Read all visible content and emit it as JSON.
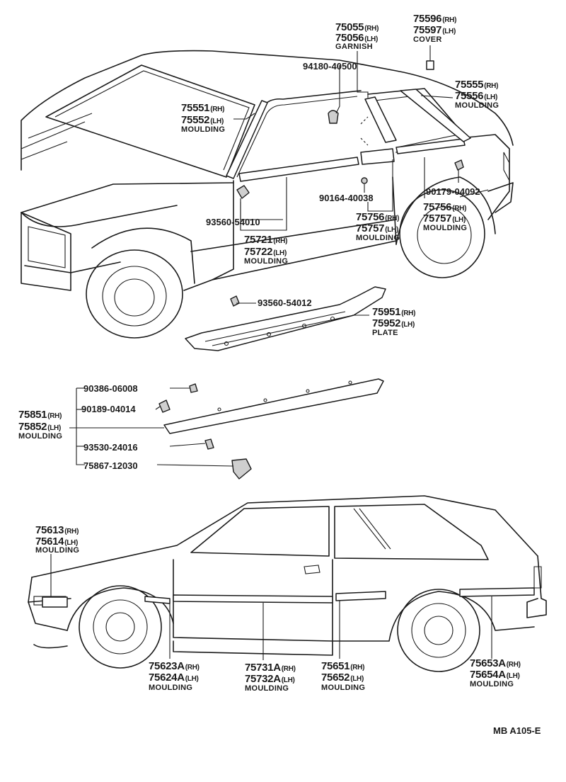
{
  "labels": {
    "garnish_rh": "75055",
    "garnish_rh_sfx": "(RH)",
    "garnish_lh": "75056",
    "garnish_lh_sfx": "(LH)",
    "garnish_name": "GARNISH",
    "cover_rh": "75596",
    "cover_rh_sfx": "(RH)",
    "cover_lh": "75597",
    "cover_lh_sfx": "(LH)",
    "cover_name": "COVER",
    "clip_94180": "94180-40500",
    "roof_mld_rh": "75555",
    "roof_mld_rh_sfx": "(RH)",
    "roof_mld_lh": "75556",
    "roof_mld_lh_sfx": "(LH)",
    "roof_mld_name": "MOULDING",
    "ws_mld_rh": "75551",
    "ws_mld_rh_sfx": "(RH)",
    "ws_mld_lh": "75552",
    "ws_mld_lh_sfx": "(LH)",
    "ws_mld_name": "MOULDING",
    "screw_90164": "90164-40038",
    "clip_90179": "90179-04092",
    "screw_93560_a": "93560-54010",
    "belt_mld_rh": "75756",
    "belt_mld_rh_sfx": "(RH)",
    "belt_mld_lh": "75757",
    "belt_mld_lh_sfx": "(LH)",
    "belt_mld_name": "MOULDING",
    "belt_mld2_rh": "75756",
    "belt_mld2_rh_sfx": "(RH)",
    "belt_mld2_lh": "75757",
    "belt_mld2_lh_sfx": "(LH)",
    "belt_mld2_name": "MOULDING",
    "door_mld_rh": "75721",
    "door_mld_rh_sfx": "(RH)",
    "door_mld_lh": "75722",
    "door_mld_lh_sfx": "(LH)",
    "door_mld_name": "MOULDING",
    "screw_93560_b": "93560-54012",
    "plate_rh": "75951",
    "plate_rh_sfx": "(RH)",
    "plate_lh": "75952",
    "plate_lh_sfx": "(LH)",
    "plate_name": "PLATE",
    "nut_90386": "90386-06008",
    "clip_90189": "90189-04014",
    "rocker_mld_rh": "75851",
    "rocker_mld_rh_sfx": "(RH)",
    "rocker_mld_lh": "75852",
    "rocker_mld_lh_sfx": "(LH)",
    "rocker_mld_name": "MOULDING",
    "screw_93530": "93530-24016",
    "bracket_75867": "75867-12030",
    "front_mld_rh": "75613",
    "front_mld_rh_sfx": "(RH)",
    "front_mld_lh": "75614",
    "front_mld_lh_sfx": "(LH)",
    "front_mld_name": "MOULDING",
    "fender_mld_rh": "75623A",
    "fender_mld_rh_sfx": "(RH)",
    "fender_mld_lh": "75624A",
    "fender_mld_lh_sfx": "(LH)",
    "fender_mld_name": "MOULDING",
    "side_mld_rh": "75731A",
    "side_mld_rh_sfx": "(RH)",
    "side_mld_lh": "75732A",
    "side_mld_lh_sfx": "(LH)",
    "side_mld_name": "MOULDING",
    "qtr_mld_rh": "75651",
    "qtr_mld_rh_sfx": "(RH)",
    "qtr_mld_lh": "75652",
    "qtr_mld_lh_sfx": "(LH)",
    "qtr_mld_name": "MOULDING",
    "rear_mld_rh": "75653A",
    "rear_mld_rh_sfx": "(RH)",
    "rear_mld_lh": "75654A",
    "rear_mld_lh_sfx": "(LH)",
    "rear_mld_name": "MOULDING",
    "diagram_code": "MB A105-E"
  },
  "colors": {
    "ink": "#1a1a1a",
    "paper": "#ffffff"
  }
}
